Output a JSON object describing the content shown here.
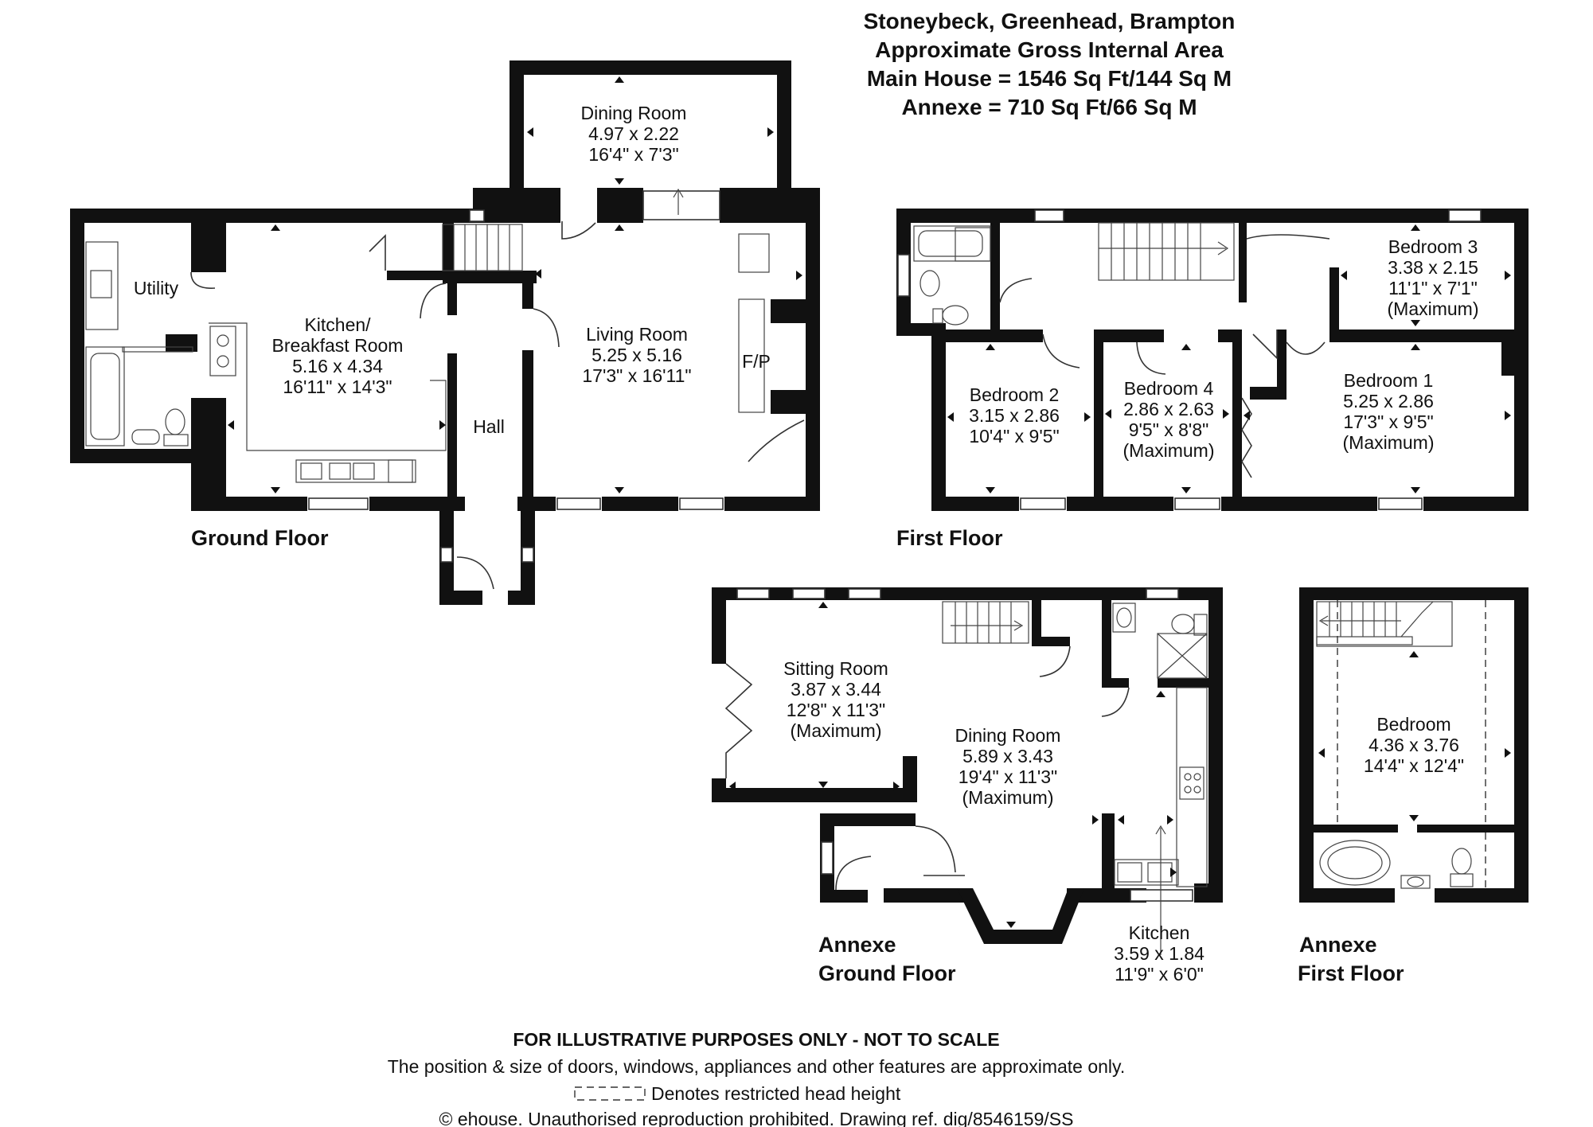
{
  "title": {
    "address": "Stoneybeck, Greenhead, Brampton",
    "line2": "Approximate Gross Internal Area",
    "line3": "Main House = 1546 Sq Ft/144 Sq M",
    "line4": "Annexe = 710 Sq Ft/66 Sq M"
  },
  "floors": {
    "ground": "Ground Floor",
    "first": "First Floor",
    "annexe_ground_1": "Annexe",
    "annexe_ground_2": "Ground Floor",
    "annexe_first_1": "Annexe",
    "annexe_first_2": "First Floor"
  },
  "rooms": {
    "dining_main": [
      "Dining Room",
      "4.97 x 2.22",
      "16'4\" x 7'3\""
    ],
    "utility": [
      "Utility"
    ],
    "kitchen_breakfast": [
      "Kitchen/",
      "Breakfast Room",
      "5.16 x 4.34",
      "16'11\" x 14'3\""
    ],
    "living": [
      "Living Room",
      "5.25 x 5.16",
      "17'3\" x 16'11\""
    ],
    "fp": [
      "F/P"
    ],
    "hall": [
      "Hall"
    ],
    "bedroom3": [
      "Bedroom 3",
      "3.38 x 2.15",
      "11'1\" x 7'1\"",
      "(Maximum)"
    ],
    "bedroom2": [
      "Bedroom 2",
      "3.15 x 2.86",
      "10'4\" x 9'5\""
    ],
    "bedroom4": [
      "Bedroom 4",
      "2.86 x 2.63",
      "9'5\" x 8'8\"",
      "(Maximum)"
    ],
    "bedroom1": [
      "Bedroom 1",
      "5.25 x 2.86",
      "17'3\" x 9'5\"",
      "(Maximum)"
    ],
    "sitting": [
      "Sitting Room",
      "3.87 x 3.44",
      "12'8\" x 11'3\"",
      "(Maximum)"
    ],
    "dining_annexe": [
      "Dining Room",
      "5.89 x 3.43",
      "19'4\" x 11'3\"",
      "(Maximum)"
    ],
    "kitchen_annexe": [
      "Kitchen",
      "3.59 x 1.84",
      "11'9\" x 6'0\""
    ],
    "bedroom_annexe": [
      "Bedroom",
      "4.36 x 3.76",
      "14'4\" x 12'4\""
    ]
  },
  "footer": {
    "line1": "FOR ILLUSTRATIVE PURPOSES ONLY - NOT TO SCALE",
    "line2": "The position & size of doors, windows, appliances and other features are approximate only.",
    "line3": "Denotes restricted head height",
    "line4": "© ehouse. Unauthorised reproduction prohibited. Drawing ref. dig/8546159/SS"
  }
}
